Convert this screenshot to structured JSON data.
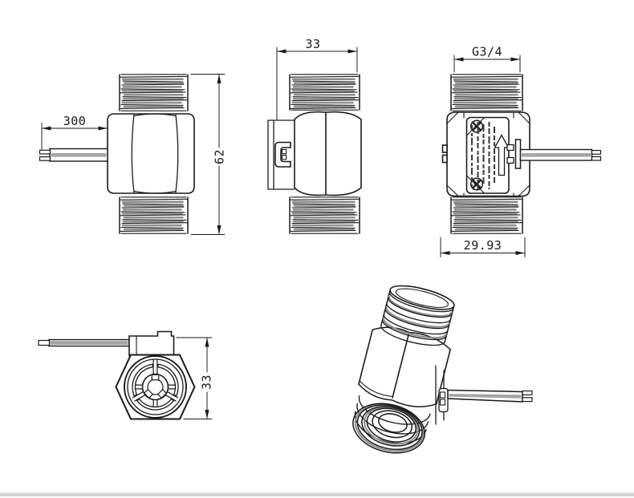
{
  "page": {
    "background": "#ffffff",
    "footer_bar_color": "#d4d4d4"
  },
  "colors": {
    "line": "#1a1a1a",
    "thread_shade": "#8f8f8f",
    "wire_core": "#a6a6a6",
    "fine_print": "#3c3c3c"
  },
  "views": {
    "front": {
      "dims": {
        "wire_length": "300",
        "overall_height": "62"
      }
    },
    "side": {
      "dims": {
        "depth": "33"
      }
    },
    "back": {
      "dims": {
        "thread_size": "G3/4",
        "body_width": "29.93"
      },
      "label_plate": {
        "flow_arrow_icon": "up-arrow",
        "screw_icon": "phillips-cross"
      }
    },
    "axial": {
      "dims": {
        "across_flats": "33"
      }
    },
    "isometric": {}
  }
}
